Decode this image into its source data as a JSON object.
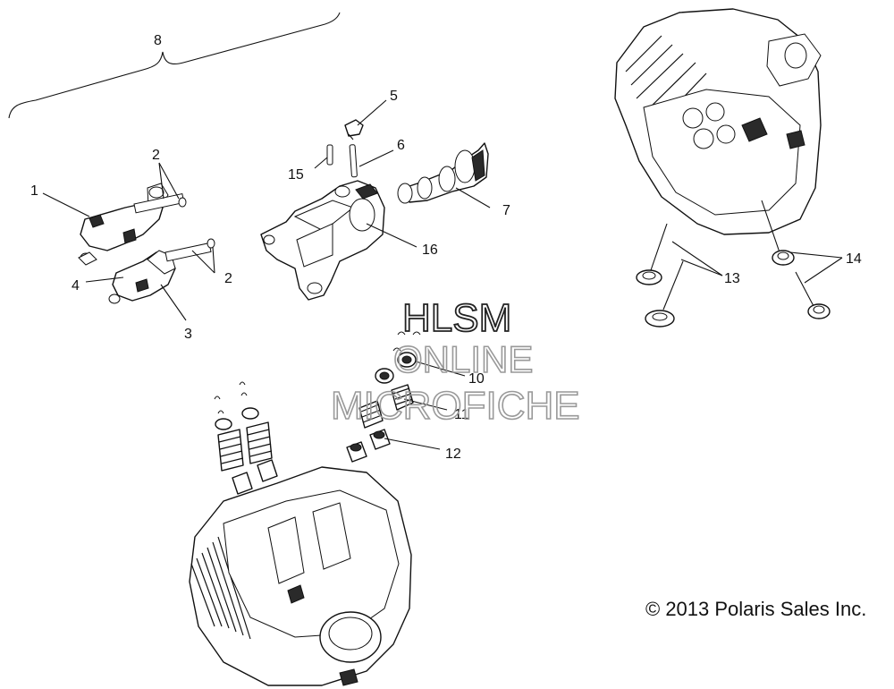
{
  "callouts": {
    "c1": "1",
    "c2a": "2",
    "c2b": "2",
    "c3": "3",
    "c4": "4",
    "c5": "5",
    "c6": "6",
    "c7": "7",
    "c8": "8",
    "c10": "10",
    "c11": "11",
    "c12": "12",
    "c13": "13",
    "c14": "14",
    "c15": "15",
    "c16": "16"
  },
  "watermark": {
    "line1": "HLSM",
    "line2": "ONLINE",
    "line3": "MICROFICHE"
  },
  "copyright": "© 2013 Polaris Sales Inc."
}
